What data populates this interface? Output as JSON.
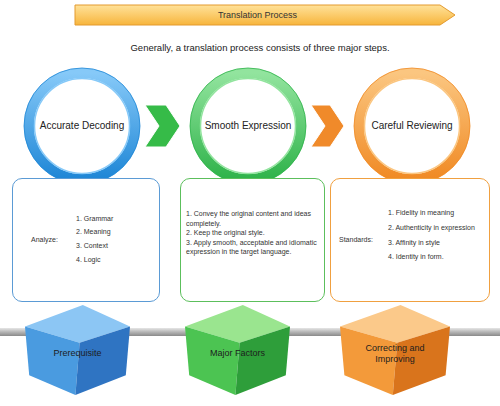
{
  "diagram": {
    "title": "Translation Process",
    "nodes": [
      {
        "text": [
          "Accurate Decoding"
        ]
      },
      {
        "text": [
          "Smooth Expression"
        ]
      },
      {
        "text": [
          "Careful Reviewing"
        ]
      },
      {
        "text": [
          "Analyze:",
          "1. Grammar",
          "2. Meaning",
          "3. Context",
          "4. Logic"
        ]
      },
      {
        "text": [
          "1. Convey the original content and ideas completely.",
          "2. Keep the original style.",
          "3. Apply smooth, acceptable and idiomatic expression in the target language."
        ]
      },
      {
        "text": [
          "Standards:",
          "1. Fidelity in meaning",
          "2. Authenticity in expression",
          "3. Affinity in style",
          "4. Identity in form."
        ]
      },
      {
        "text": [
          "Prerequisite"
        ]
      },
      {
        "text": [
          "Major Factors"
        ]
      },
      {
        "text": [
          "Correcting and Improving"
        ]
      }
    ],
    "edges": [
      {
        "from": 0,
        "to": 1,
        "arrow": "to"
      },
      {
        "from": 1,
        "to": 2,
        "arrow": "to"
      },
      {
        "from": 6,
        "to": 7,
        "arrow": "none"
      },
      {
        "from": 7,
        "to": 8,
        "arrow": "none"
      }
    ],
    "labels": [
      "Generally, a translation process consists of three major steps."
    ]
  }
}
